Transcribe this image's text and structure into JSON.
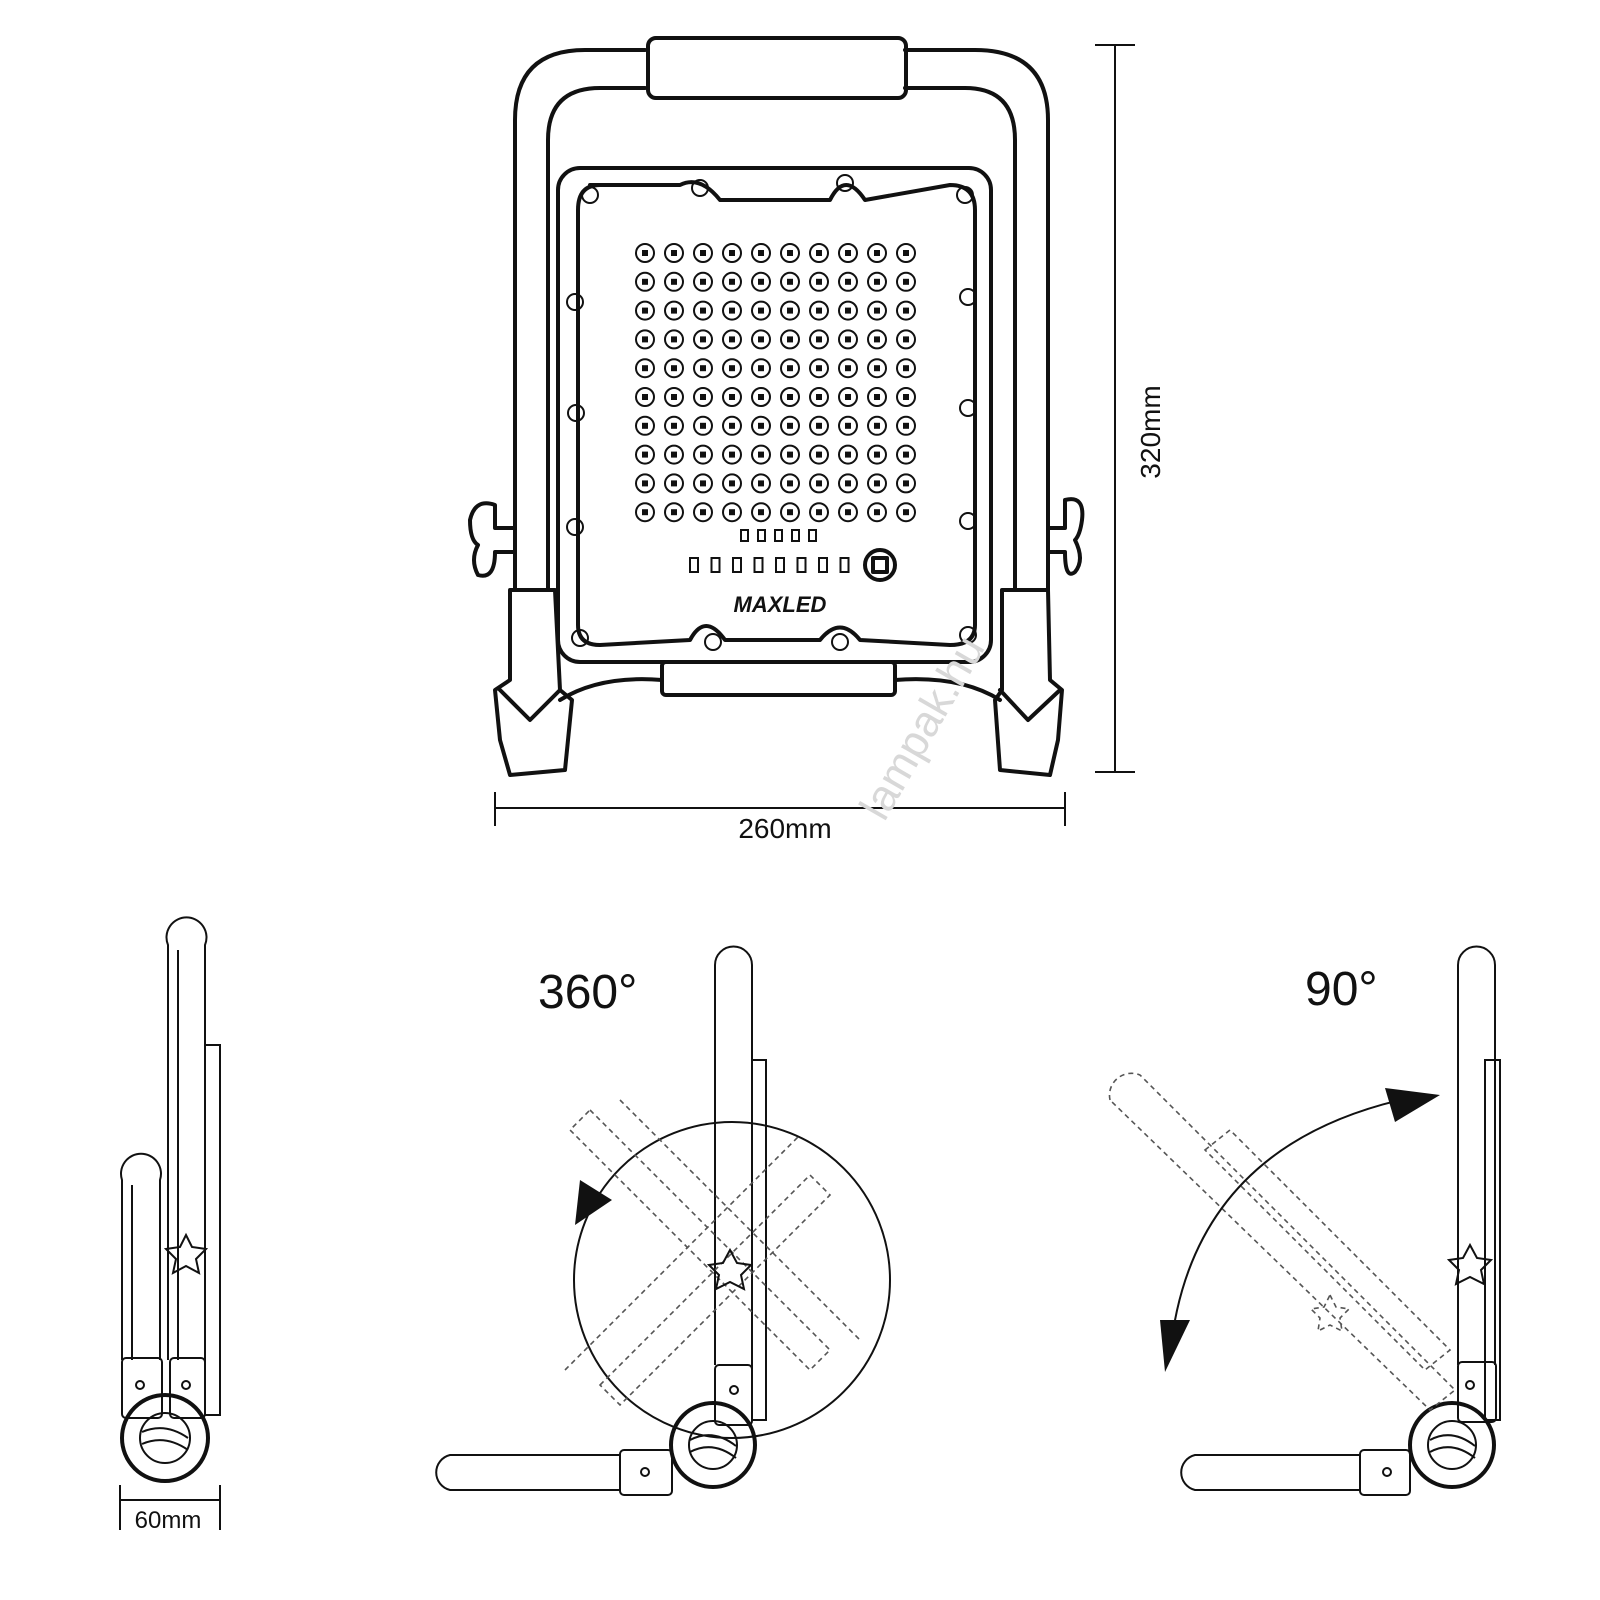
{
  "product": {
    "logo": "MAXLED",
    "led_rows": 10,
    "led_cols": 10
  },
  "dimensions": {
    "height": "320mm",
    "width": "260mm",
    "depth": "60mm"
  },
  "rotation": {
    "stand": "360°",
    "tilt": "90°"
  },
  "watermark": "lampak.hu"
}
